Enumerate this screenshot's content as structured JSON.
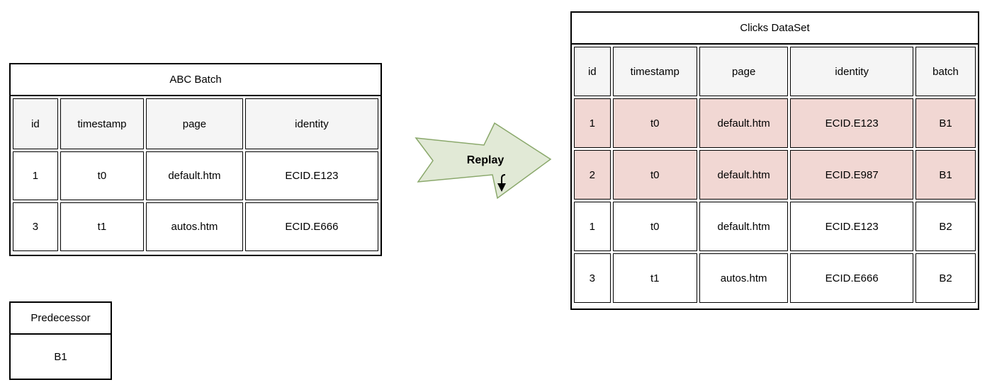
{
  "colors": {
    "highlight": "#f1d7d3",
    "header_bg": "#f5f5f5",
    "arrow_fill": "#e1e9d6",
    "arrow_stroke": "#8aa86b",
    "border": "#000000"
  },
  "abc_batch": {
    "title": "ABC Batch",
    "columns": [
      "id",
      "timestamp",
      "page",
      "identity"
    ],
    "rows": [
      {
        "cells": [
          "1",
          "t0",
          "default.htm",
          "ECID.E123"
        ],
        "highlight": false
      },
      {
        "cells": [
          "3",
          "t1",
          "autos.htm",
          "ECID.E666"
        ],
        "highlight": false
      }
    ]
  },
  "predecessor": {
    "title": "Predecessor",
    "value": "B1"
  },
  "arrow": {
    "label": "Replay"
  },
  "clicks_dataset": {
    "title": "Clicks DataSet",
    "columns": [
      "id",
      "timestamp",
      "page",
      "identity",
      "batch"
    ],
    "rows": [
      {
        "cells": [
          "1",
          "t0",
          "default.htm",
          "ECID.E123",
          "B1"
        ],
        "highlight": true
      },
      {
        "cells": [
          "2",
          "t0",
          "default.htm",
          "ECID.E987",
          "B1"
        ],
        "highlight": true
      },
      {
        "cells": [
          "1",
          "t0",
          "default.htm",
          "ECID.E123",
          "B2"
        ],
        "highlight": false
      },
      {
        "cells": [
          "3",
          "t1",
          "autos.htm",
          "ECID.E666",
          "B2"
        ],
        "highlight": false
      }
    ]
  }
}
